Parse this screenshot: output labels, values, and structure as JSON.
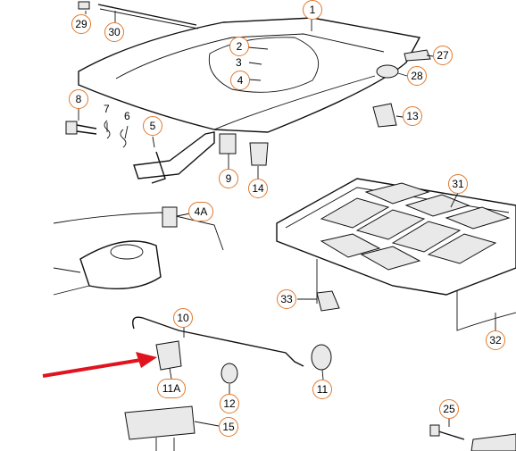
{
  "callouts": [
    {
      "id": "c1",
      "label": "1"
    },
    {
      "id": "c2",
      "label": "2"
    },
    {
      "id": "c3",
      "label": "3"
    },
    {
      "id": "c4",
      "label": "4"
    },
    {
      "id": "c4A",
      "label": "4A"
    },
    {
      "id": "c5",
      "label": "5"
    },
    {
      "id": "c6",
      "label": "6"
    },
    {
      "id": "c7",
      "label": "7"
    },
    {
      "id": "c8",
      "label": "8"
    },
    {
      "id": "c9",
      "label": "9"
    },
    {
      "id": "c10",
      "label": "10"
    },
    {
      "id": "c11",
      "label": "11"
    },
    {
      "id": "c11A",
      "label": "11A"
    },
    {
      "id": "c12",
      "label": "12"
    },
    {
      "id": "c13",
      "label": "13"
    },
    {
      "id": "c14",
      "label": "14"
    },
    {
      "id": "c15",
      "label": "15"
    },
    {
      "id": "c25",
      "label": "25"
    },
    {
      "id": "c27",
      "label": "27"
    },
    {
      "id": "c28",
      "label": "28"
    },
    {
      "id": "c29",
      "label": "29"
    },
    {
      "id": "c30",
      "label": "30"
    },
    {
      "id": "c31",
      "label": "31"
    },
    {
      "id": "c32",
      "label": "32"
    },
    {
      "id": "c33",
      "label": "33"
    }
  ],
  "colors": {
    "callout_ring": "#e0782c",
    "arrow": "#e0141e",
    "line": "#111111"
  }
}
